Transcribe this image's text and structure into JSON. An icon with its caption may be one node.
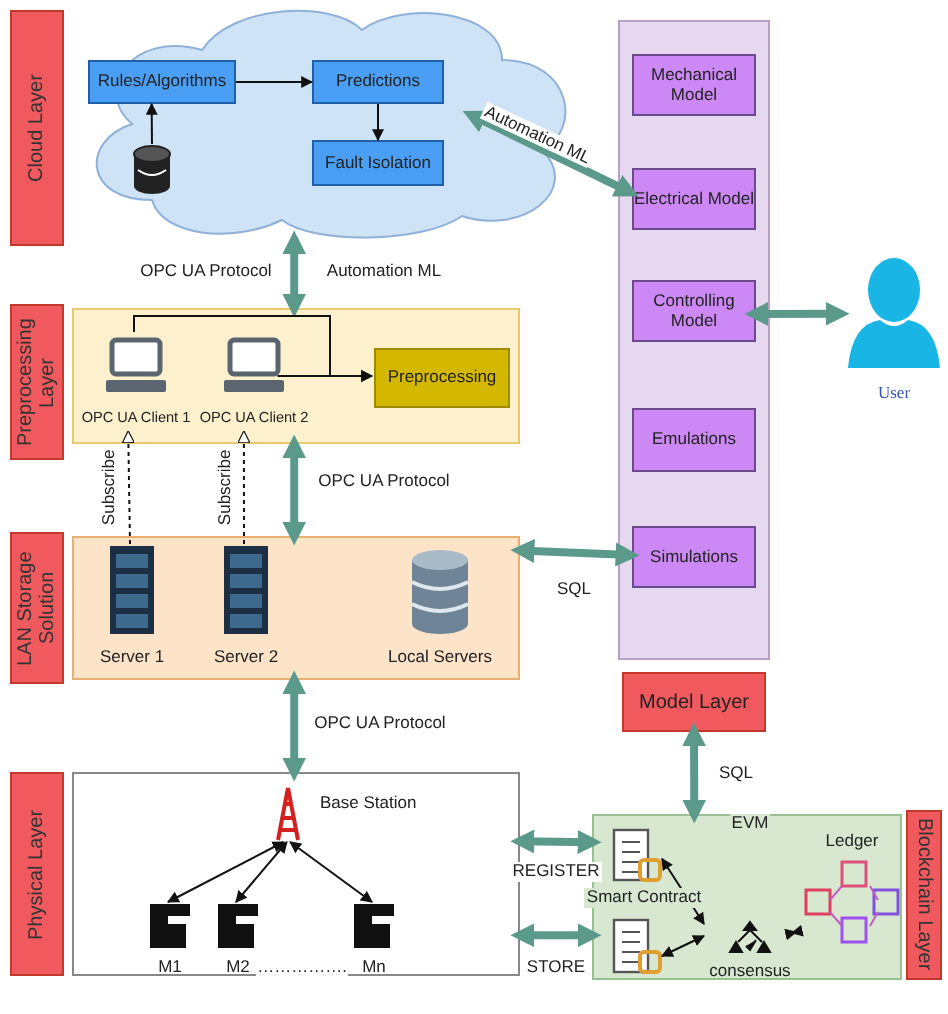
{
  "diagram": {
    "nodes": [
      {
        "text": [
          "Cloud Layer"
        ]
      },
      {
        "text": [],
        "shape": "cloud"
      },
      {
        "text": [
          "Rules/Algorithms"
        ],
        "in": 1
      },
      {
        "text": [
          "Predictions"
        ],
        "in": 1
      },
      {
        "text": [
          "Fault Isolation"
        ],
        "in": 1
      },
      {
        "text": [],
        "shape": "cylinder",
        "in": 1
      },
      {
        "text": [
          "Preprocessing Layer"
        ]
      },
      {
        "text": [],
        "shape": "box"
      },
      {
        "text": [
          "OPC UA Client 1"
        ],
        "in": 7
      },
      {
        "text": [
          "OPC UA Client 2"
        ],
        "in": 7
      },
      {
        "text": [
          "Preprocessing"
        ],
        "in": 7
      },
      {
        "text": [
          "LAN Storage Solution"
        ]
      },
      {
        "text": [],
        "shape": "box"
      },
      {
        "text": [
          "Server 1"
        ],
        "in": 12
      },
      {
        "text": [
          "Server 2"
        ],
        "in": 12
      },
      {
        "text": [
          "Local Servers"
        ],
        "in": 12
      },
      {
        "text": [
          "Physical Layer"
        ]
      },
      {
        "text": [],
        "shape": "box"
      },
      {
        "text": [
          "Base Station"
        ],
        "in": 17
      },
      {
        "text": [
          "M1"
        ],
        "in": 17
      },
      {
        "text": [
          "M2"
        ],
        "in": 17
      },
      {
        "text": [
          "Mn"
        ],
        "in": 17
      },
      {
        "text": [],
        "shape": "box"
      },
      {
        "text": [
          "Mechanical Model"
        ],
        "in": 22
      },
      {
        "text": [
          "Electrical Model"
        ],
        "in": 22
      },
      {
        "text": [
          "Controlling Model"
        ],
        "in": 22
      },
      {
        "text": [
          "Emulations"
        ],
        "in": 22
      },
      {
        "text": [
          "Simulations"
        ],
        "in": 22
      },
      {
        "text": [
          "Model Layer"
        ]
      },
      {
        "text": [
          "User"
        ]
      },
      {
        "text": [],
        "shape": "box"
      },
      {
        "text": [],
        "shape": "box",
        "in": 30
      },
      {
        "text": [],
        "shape": "box",
        "in": 30
      },
      {
        "text": [
          "consensus"
        ],
        "in": 30
      },
      {
        "text": [
          "Ledger"
        ],
        "in": 30
      },
      {
        "text": [
          "Blockchain Layer"
        ]
      }
    ],
    "edges": [
      {
        "from": 2,
        "to": 3,
        "arrow": "to"
      },
      {
        "from": 3,
        "to": 4,
        "arrow": "to"
      },
      {
        "from": 5,
        "to": 2,
        "arrow": "to"
      },
      {
        "from": 1,
        "to": 24,
        "arrow": "both",
        "label": "Automation ML",
        "style": "thick",
        "color": "#5b9a8b"
      },
      {
        "from": 1,
        "to": 7,
        "arrow": "both",
        "label": "OPC UA Protocol",
        "style": "thick",
        "color": "#5b9a8b"
      },
      {
        "from": 8,
        "to": 10,
        "arrow": "to"
      },
      {
        "from": 9,
        "to": 10,
        "arrow": "to"
      },
      {
        "from": 13,
        "to": 8,
        "arrow": "to",
        "label": "Subscribe",
        "style": "dashed"
      },
      {
        "from": 14,
        "to": 9,
        "arrow": "to",
        "label": "Subscribe",
        "style": "dashed"
      },
      {
        "from": 7,
        "to": 12,
        "arrow": "both",
        "label": "OPC UA Protocol",
        "style": "thick",
        "color": "#5b9a8b"
      },
      {
        "from": 12,
        "to": 27,
        "arrow": "both",
        "label": "SQL",
        "style": "thick",
        "color": "#5b9a8b"
      },
      {
        "from": 12,
        "to": 17,
        "arrow": "both",
        "label": "OPC UA Protocol",
        "style": "thick",
        "color": "#5b9a8b"
      },
      {
        "from": 25,
        "to": 29,
        "arrow": "both",
        "style": "thick",
        "color": "#5b9a8b"
      },
      {
        "from": 18,
        "to": 19,
        "arrow": "both"
      },
      {
        "from": 18,
        "to": 20,
        "arrow": "both"
      },
      {
        "from": 18,
        "to": 21,
        "arrow": "both"
      },
      {
        "from": 28,
        "to": 30,
        "arrow": "both",
        "label": "SQL",
        "style": "thick",
        "color": "#5b9a8b"
      },
      {
        "from": 17,
        "to": 30,
        "arrow": "both",
        "label": "REGISTER",
        "style": "thick",
        "color": "#5b9a8b"
      },
      {
        "from": 17,
        "to": 30,
        "arrow": "both",
        "label": "STORE",
        "style": "thick",
        "color": "#5b9a8b"
      },
      {
        "from": 33,
        "to": 31,
        "arrow": "both"
      },
      {
        "from": 33,
        "to": 32,
        "arrow": "both"
      },
      {
        "from": 33,
        "to": 34,
        "arrow": "both"
      }
    ],
    "labels": [
      "Automation ML",
      "Smart Contract",
      "EVM",
      "……………."
    ]
  }
}
